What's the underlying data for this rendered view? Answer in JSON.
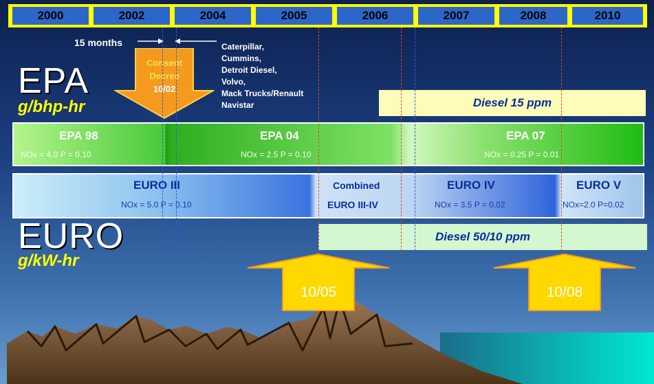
{
  "timeline": {
    "years": [
      "2000",
      "2002",
      "2004",
      "2005",
      "2006",
      "2007",
      "2008",
      "2010"
    ]
  },
  "epa": {
    "title": "EPA",
    "unit": "g/bhp-hr",
    "consent_decree": {
      "line1": "Consent",
      "line2": "Decree",
      "date": "10/02"
    },
    "months_label": "15 months",
    "companies": [
      "Caterpillar,",
      "Cummins,",
      "Detroit Diesel,",
      "Volvo,",
      "Mack Trucks/Renault",
      "Navistar"
    ],
    "fuel": "Diesel 15 ppm",
    "stages": [
      {
        "name": "EPA 98",
        "limits": "NOx = 4.0  P = 0.10"
      },
      {
        "name": "EPA 04",
        "limits": "NOx = 2.5  P = 0.10"
      },
      {
        "name": "EPA 07",
        "limits": "NOx = 0.25  P = 0.01"
      }
    ]
  },
  "euro": {
    "title": "EURO",
    "unit": "g/kW-hr",
    "fuel": "Diesel 50/10 ppm",
    "stages": [
      {
        "name": "EURO III",
        "limits": "NOx = 5.0  P = 0.10"
      },
      {
        "name": "Combined",
        "name2": "EURO III-IV"
      },
      {
        "name": "EURO IV",
        "limits": "NOx = 3.5  P = 0.02"
      },
      {
        "name": "EURO V",
        "limits": "NOx=2.0 P=0.02"
      }
    ],
    "arrows": [
      "10/05",
      "10/08"
    ]
  },
  "colors": {
    "year_bar": "#ffff00",
    "year_cell": "#2d66c9",
    "accent_yellow": "#ffff00",
    "arrow_orange": "#f49a1e",
    "arrow_yellow": "#ffd800"
  }
}
